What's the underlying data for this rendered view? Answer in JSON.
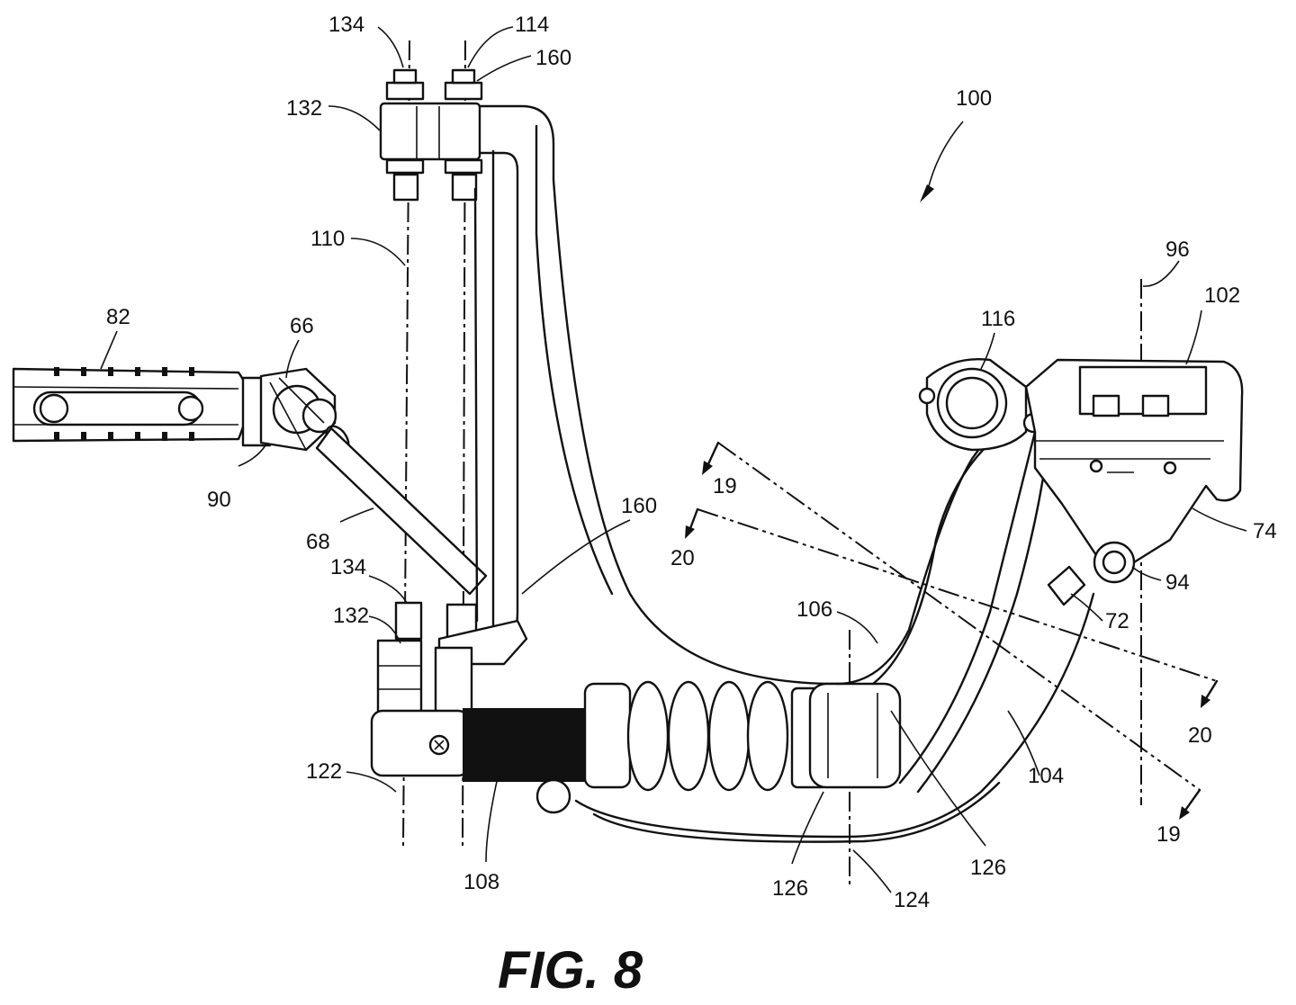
{
  "figure": {
    "caption": "FIG. 8",
    "assembly_ref": "100",
    "reference_numerals": [
      {
        "id": "n134a",
        "text": "134"
      },
      {
        "id": "n114",
        "text": "114"
      },
      {
        "id": "n160a",
        "text": "160"
      },
      {
        "id": "n132a",
        "text": "132"
      },
      {
        "id": "n110",
        "text": "110"
      },
      {
        "id": "n82",
        "text": "82"
      },
      {
        "id": "n66",
        "text": "66"
      },
      {
        "id": "n90",
        "text": "90"
      },
      {
        "id": "n68",
        "text": "68"
      },
      {
        "id": "n160b",
        "text": "160"
      },
      {
        "id": "n134b",
        "text": "134"
      },
      {
        "id": "n132b",
        "text": "132"
      },
      {
        "id": "n122",
        "text": "122"
      },
      {
        "id": "n108",
        "text": "108"
      },
      {
        "id": "n126a",
        "text": "126"
      },
      {
        "id": "n124",
        "text": "124"
      },
      {
        "id": "n126b",
        "text": "126"
      },
      {
        "id": "n106",
        "text": "106"
      },
      {
        "id": "n104",
        "text": "104"
      },
      {
        "id": "n72",
        "text": "72"
      },
      {
        "id": "n94",
        "text": "94"
      },
      {
        "id": "n74",
        "text": "74"
      },
      {
        "id": "n102",
        "text": "102"
      },
      {
        "id": "n96",
        "text": "96"
      },
      {
        "id": "n116",
        "text": "116"
      },
      {
        "id": "n19a",
        "text": "19"
      },
      {
        "id": "n20a",
        "text": "20"
      },
      {
        "id": "n20b",
        "text": "20"
      },
      {
        "id": "n19b",
        "text": "19"
      }
    ]
  }
}
